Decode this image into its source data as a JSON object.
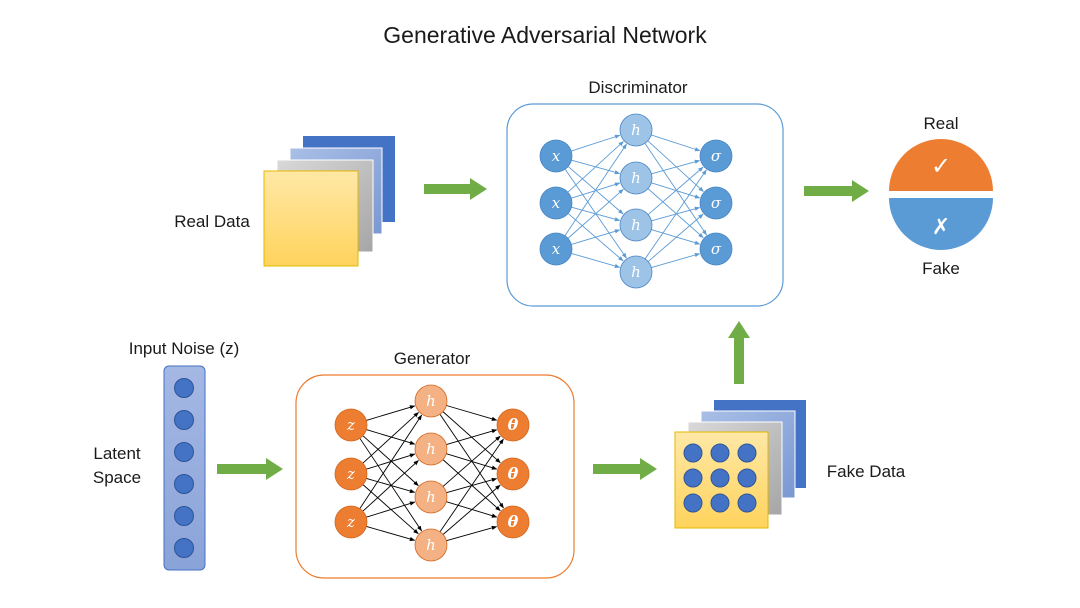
{
  "title": "Generative Adversarial Network",
  "labels": {
    "real_data": "Real Data",
    "fake_data": "Fake Data",
    "discriminator": "Discriminator",
    "generator": "Generator",
    "input_noise": "Input Noise (z)",
    "latent_line1": "Latent",
    "latent_line2": "Space",
    "real": "Real",
    "fake": "Fake"
  },
  "symbols": {
    "check": "✓",
    "cross": "✗"
  },
  "discriminator_layers": {
    "input": [
      "x",
      "x",
      "x"
    ],
    "hidden": [
      "h",
      "h",
      "h",
      "h"
    ],
    "output": [
      "σ",
      "σ",
      "σ"
    ]
  },
  "generator_layers": {
    "input": [
      "z",
      "z",
      "z"
    ],
    "hidden": [
      "h",
      "h",
      "h",
      "h"
    ],
    "output": [
      "θ",
      "θ",
      "θ"
    ]
  },
  "noise_vector_length": 6,
  "fake_sample_grid": [
    3,
    3
  ],
  "colors": {
    "arrow_green": "#70ad47",
    "discriminator_blue": "#5b9bd5",
    "discriminator_hidden": "#9dc3e6",
    "generator_orange": "#ed7d31",
    "generator_hidden": "#f4b183",
    "real_data_yellow": "#ffd966",
    "stack_dark_blue": "#4472c4",
    "stack_light_blue": "#8faadc",
    "stack_gray": "#bfbfbf",
    "noise_panel": "#8faadc",
    "noise_dot": "#4472c4"
  }
}
